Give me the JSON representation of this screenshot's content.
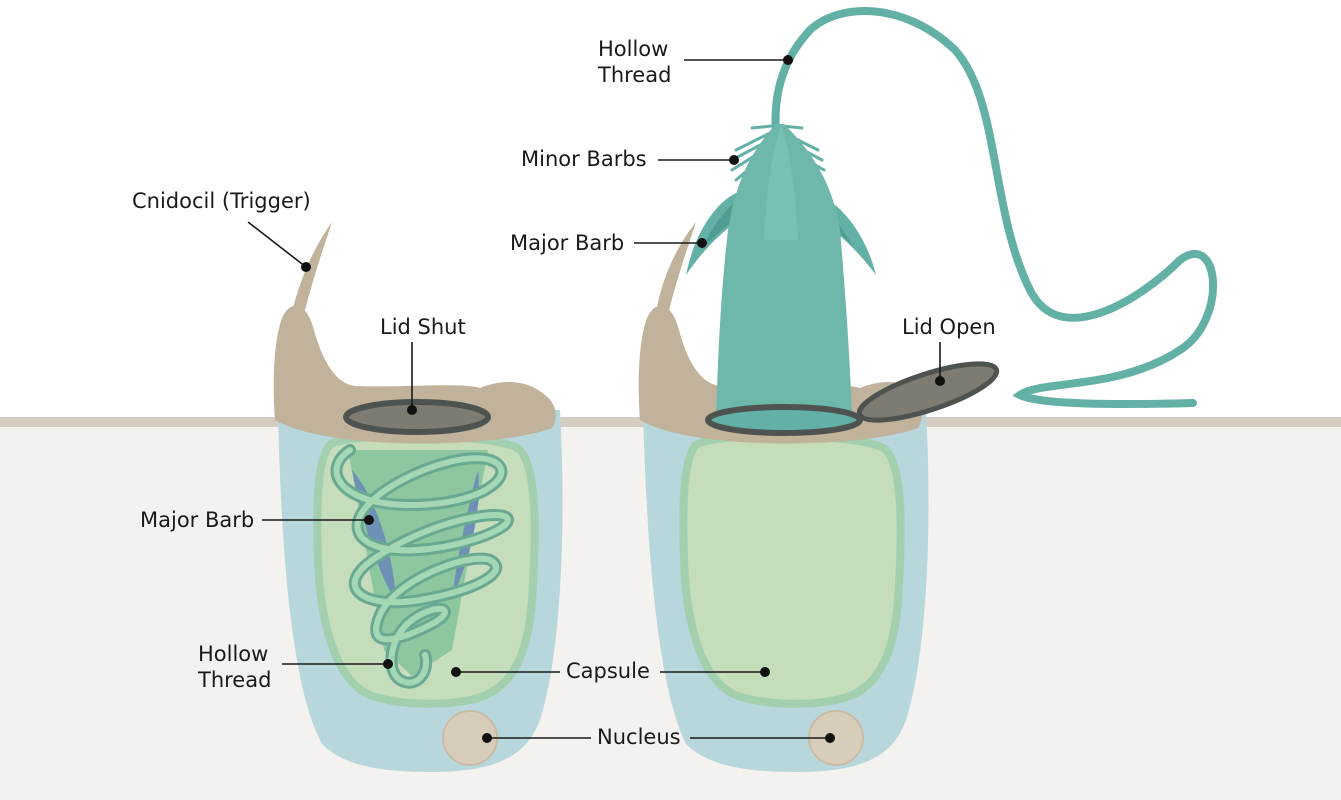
{
  "labels": {
    "hollow_thread_top": [
      "Hollow",
      "Thread"
    ],
    "minor_barbs": "Minor Barbs",
    "major_barb_top": "Major Barb",
    "cnidocil": "Cnidocil (Trigger)",
    "lid_shut": "Lid Shut",
    "lid_open": "Lid Open",
    "major_barb_left": "Major Barb",
    "hollow_thread_left": [
      "Hollow",
      "Thread"
    ],
    "capsule": "Capsule",
    "nucleus": "Nucleus"
  },
  "colors": {
    "background_top": "#ffffff",
    "background_bottom": "#f4f2ee",
    "surface_line": "#d6cdc2",
    "cell_body": "#b7d7dc",
    "capsule_fill": "#c5ddbb",
    "capsule_rim": "#a2cfae",
    "cap_tan": "#c0b29b",
    "lid": "#7e7c72",
    "lid_rim": "#4e5350",
    "barb_teal": "#63b1a6",
    "thread_green": "#96cfa3",
    "barb_blue": "#6e8fb6",
    "nucleus": "#d8cdbb"
  }
}
